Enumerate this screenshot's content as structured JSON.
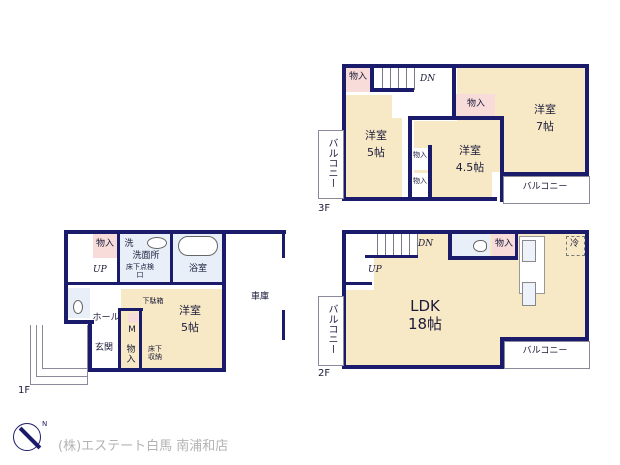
{
  "floors": {
    "f3": {
      "label": "3F",
      "rooms": [
        {
          "name": "洋室",
          "size": "5帖"
        },
        {
          "name": "洋室",
          "size": "4.5帖"
        },
        {
          "name": "洋室",
          "size": "7帖"
        }
      ],
      "closets": [
        "物入",
        "物入",
        "物入",
        "物入"
      ],
      "stairs_label": "DN",
      "balconies": [
        "バルコニー",
        "バルコニー"
      ]
    },
    "f2": {
      "label": "2F",
      "main_room": {
        "name": "LDK",
        "size": "18帖"
      },
      "closet": "物入",
      "fridge": "冷",
      "stairs_down": "DN",
      "stairs_up": "UP",
      "balconies": [
        "バルコニー",
        "バルコニー"
      ]
    },
    "f1": {
      "label": "1F",
      "closet_top": "物入",
      "washer": "洗",
      "washroom": "洗面所",
      "inspection": "床下点検口",
      "bathroom": "浴室",
      "stairs_up": "UP",
      "hall": "ホール",
      "shoe_box": "下駄箱",
      "meter": "M",
      "entrance": "玄関",
      "closet_bottom": "物入",
      "underfloor": "床下収納",
      "room": {
        "name": "洋室",
        "size": "5帖"
      },
      "garage": "車庫"
    }
  },
  "footer": {
    "company": "(株)エステート白馬 南浦和店",
    "compass": "N"
  },
  "colors": {
    "wall": "#1b1b6b",
    "room": "#f8e9c6",
    "closet": "#f7dcd9",
    "wet_area": "#e8eff9"
  }
}
